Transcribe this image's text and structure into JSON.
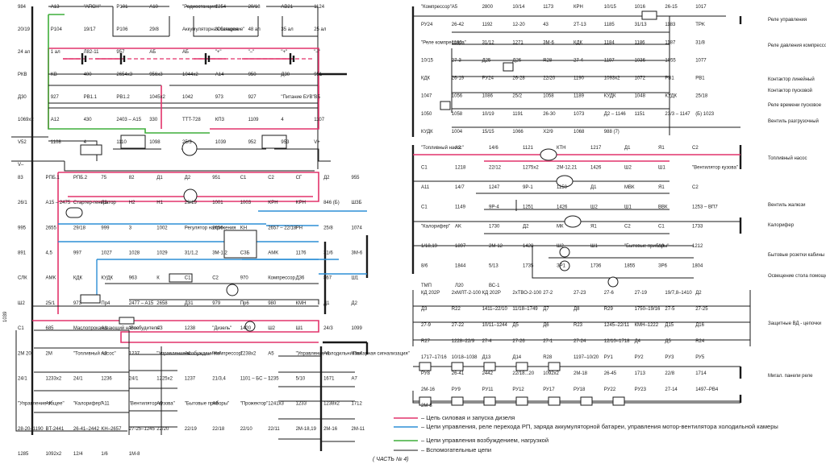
{
  "legend": [
    {
      "text": "– Цепь силовая и запуска дизеля",
      "color": "#e2336b"
    },
    {
      "text": "– Цепи управления, реле перехода РП, заряда аккумуляторной батареи, управления мотор-вентилятора холодильной камеры",
      "color": "#2d8fd6"
    },
    {
      "text": "– Цепи управления возбуждением, нагрузкой",
      "color": "#3fae3a"
    },
    {
      "text": "– Вспомогательные цепи",
      "color": "#1a1a1a"
    }
  ],
  "caption": "( ЧАСТЬ № 4)",
  "left": {
    "top_labels": [
      "984",
      "A13",
      "\"АПСН\"",
      "Р101",
      "A10",
      "\"Радиостанция\"",
      "1254",
      "20/18",
      "AB21",
      "1124",
      "20/19",
      "P104",
      "19/17",
      "P106",
      "29/8",
      "Аккумуляторная батарея",
      "\"Освещение\"",
      "48 ал",
      "35 ал",
      "25 ал",
      "24 ал",
      "1 ал",
      "Л82-11",
      "957",
      "АБ",
      "АБ",
      "\"+\"",
      "\"–\"",
      "\"+\"",
      "\"–\"",
      "РКВ",
      "KB",
      "400",
      "2654х3",
      "956х3",
      "1044х2",
      "A14",
      "950",
      "Д30",
      "951",
      "Д30",
      "927",
      "РВ1.1",
      "РВ1.2",
      "1045х2",
      "1042",
      "973",
      "927",
      "\"Питание БУВ\"",
      "ВБ",
      "1069х2",
      "A12",
      "430",
      "2403 – А15",
      "330",
      "TTT-728",
      "КП3",
      "1109",
      "4",
      "1107",
      "V52",
      "1108",
      "4",
      "1110",
      "1098",
      "25/3",
      "1039",
      "952",
      "953",
      "V+",
      "V–"
    ],
    "mid_labels": [
      "83",
      "РПБ.1",
      "РПБ.2",
      "75",
      "82",
      "Д1",
      "Д2",
      "951",
      "C1",
      "C2",
      "CГ",
      "Д2",
      "955",
      "26/1",
      "A15 – 2475",
      "Стартер-генератор",
      "Л3",
      "H2",
      "H1",
      "29/19",
      "1001",
      "1003",
      "KPH",
      "KPH",
      "846 (Б)",
      "ШЗБ",
      "995",
      "2655",
      "29/18",
      "999",
      "3",
      "1002",
      "Регулятор напряжения",
      "2656",
      "KH",
      "2657 – 22/18",
      "РН",
      "25/8",
      "1074",
      "891",
      "4,5",
      "997",
      "1027",
      "1028",
      "1029",
      "31/1,2",
      "3М-1,2",
      "СЗБ",
      "AMK",
      "1176",
      "31/6",
      "3М-6",
      "СЛК",
      "AMK",
      "КДК",
      "КУДК",
      "963",
      "К",
      "C1",
      "C2",
      "970",
      "Компрессор",
      "Д36",
      "867",
      "Ш1",
      "Ш2",
      "25/1",
      "973",
      "Пр4",
      "2477 – A15",
      "2658",
      "Д31",
      "979",
      "Пр6",
      "980",
      "КМН",
      "Д1",
      "Д2",
      "C1",
      "685",
      "Маслопрокачивающий насос",
      "A1",
      "\"Возбудитель\"",
      "A3",
      "1238",
      "\"Дизель\"",
      "1420",
      "Ш2",
      "Ш1",
      "24/3",
      "1099",
      "2M 20",
      "2M",
      "\"Топливный насос\"",
      "A2",
      "1237",
      "\"Управление возбуждением\"",
      "A4",
      "\"Компрессор\"",
      "1238х2",
      "A5",
      "\"Управление холодильником\"",
      "A6",
      "\"Пожарная сигнализация\"",
      "24/1",
      "1233х2",
      "24/1",
      "1236",
      "24/1",
      "1225х2",
      "1237",
      "21/3,4",
      "1101 – БС – 1",
      "1235",
      "5/10",
      "1671",
      "A7",
      "\"Управление общее\"",
      "AK",
      "\"Калорифер\"",
      "A11",
      "\"Вентилятор кузова\"",
      "A9",
      "\"Бытовые приборы\"",
      "A8",
      "\"Прожектор\"",
      "1241х3",
      "1233",
      "1238х2",
      "1712",
      "28-20–1190",
      "BT-2441",
      "26-41–2442",
      "KH–2657",
      "27-25–1245",
      "22/20",
      "22/19",
      "22/18",
      "22/10",
      "22/11",
      "2M-18,19",
      "2M-16",
      "2M-11",
      "1285",
      "1092х2",
      "12/4",
      "1/6",
      "1М-8"
    ],
    "bus_label": "1039"
  },
  "right": {
    "right_labels": [
      "Реле управления",
      "Реле давления компрессора",
      "Контактор линейный",
      "Контактор пусковой",
      "Реле времени пусковое",
      "Вентиль разгрузочный",
      "Топливный насос",
      "Вентиль жалюзи",
      "Калорифер",
      "Бытовые розетки кабины",
      "Освещение стола помощника",
      "Защитные ВД - цепочки",
      "Мигал. панели реле"
    ],
    "top_labels": [
      "\"Компрессор\"",
      "A5",
      "2800",
      "10/14",
      "1173",
      "КРН",
      "10/15",
      "1016",
      "26-15",
      "1017",
      "РУ24",
      "26-42",
      "1192",
      "12-20",
      "43",
      "2Т-13",
      "1185",
      "31/13",
      "1183",
      "TPK",
      "\"Реле компрессора\"",
      "1180",
      "31/12",
      "1271",
      "3М-6",
      "КДК",
      "1184",
      "1186",
      "1187",
      "31/8",
      "10/15",
      "27-3",
      "Д25",
      "Д26",
      "R28",
      "27-4",
      "1197",
      "1036",
      "1055",
      "1077",
      "КДК",
      "26-19",
      "РУ24",
      "26-28",
      "22/20",
      "1190",
      "1093х2",
      "1072",
      "PB1",
      "PB1",
      "1047",
      "1056",
      "1086",
      "25/2",
      "1058",
      "1189",
      "КУДК",
      "1048",
      "КУДК",
      "25/18",
      "1050",
      "1058",
      "10/19",
      "1191",
      "26-30",
      "1073",
      "Д2 – 1146",
      "1151",
      "23/3 – 1147",
      "(Б) 1023",
      "КУДК",
      "1004",
      "15/15",
      "1066",
      "X2/9",
      "1068",
      "988 (7)"
    ],
    "mid_labels": [
      "\"Топливный насос\"",
      "A2",
      "14/6",
      "1121",
      "КТН",
      "1217",
      "Д1",
      "Я1",
      "C2",
      "C1",
      "1218",
      "22/12",
      "1275х2",
      "2М-12,21",
      "1426",
      "Ш2",
      "Ш1",
      "\"Вентилятор кузова\"",
      "A11",
      "14/7",
      "1247",
      "9Р-1",
      "1150",
      "Д1",
      "МВК",
      "Я1",
      "C2",
      "C1",
      "1149",
      "9Р-4",
      "1251",
      "1426",
      "Ш2",
      "Ш1",
      "ВВК",
      "1253 – ВП7",
      "\"Калорифер\"",
      "AK",
      "1730",
      "Д2",
      "МК",
      "Я1",
      "C2",
      "C1",
      "1733",
      "1/18,19",
      "1897",
      "2M-12",
      "1428",
      "Ш2",
      "Ш1",
      "\"Бытовые приборы\"",
      "A9",
      "1212",
      "8/6",
      "1844",
      "5/13",
      "1735",
      "ЗР1",
      "1736",
      "1855",
      "ЗР6",
      "1804",
      "ТМП",
      "Л20",
      "ВС-1"
    ],
    "bottom_labels": [
      "КД 202Р",
      "2хМЛТ-2-100",
      "КД 202Р",
      "2хТВО-2-100",
      "27-2",
      "27-23",
      "27-6",
      "27-19",
      "19/7,8–1410",
      "Д2",
      "Д3",
      "R22",
      "1411–22/10",
      "11/18–1749",
      "Д7",
      "Д8",
      "R29",
      "1750–19/16",
      "27-5",
      "27-25",
      "27-9",
      "27-22",
      "10/11–1244",
      "Д5",
      "Д6",
      "R23",
      "1245–22/11",
      "КМН–1222",
      "Д15",
      "Д16",
      "R27",
      "1228–22/9",
      "27-4",
      "27-26",
      "27-1",
      "27-24",
      "12/10–1718",
      "Д4",
      "Д5",
      "R24",
      "1717–17/16",
      "10/18–1038",
      "Д13",
      "Д14",
      "R28",
      "1197–10/20",
      "РУ1",
      "РУ2",
      "РУ3",
      "РУ5",
      "РУ8",
      "26-41",
      "2442",
      "22/18...20",
      "1092х2",
      "2M-18",
      "26-45",
      "1713",
      "22/8",
      "1714",
      "2M-16",
      "РУ9",
      "РУ11",
      "РУ12",
      "РУ17",
      "РУ18",
      "РУ22",
      "РУ23",
      "27-14",
      "1497–РВ4",
      "2M-8"
    ]
  }
}
